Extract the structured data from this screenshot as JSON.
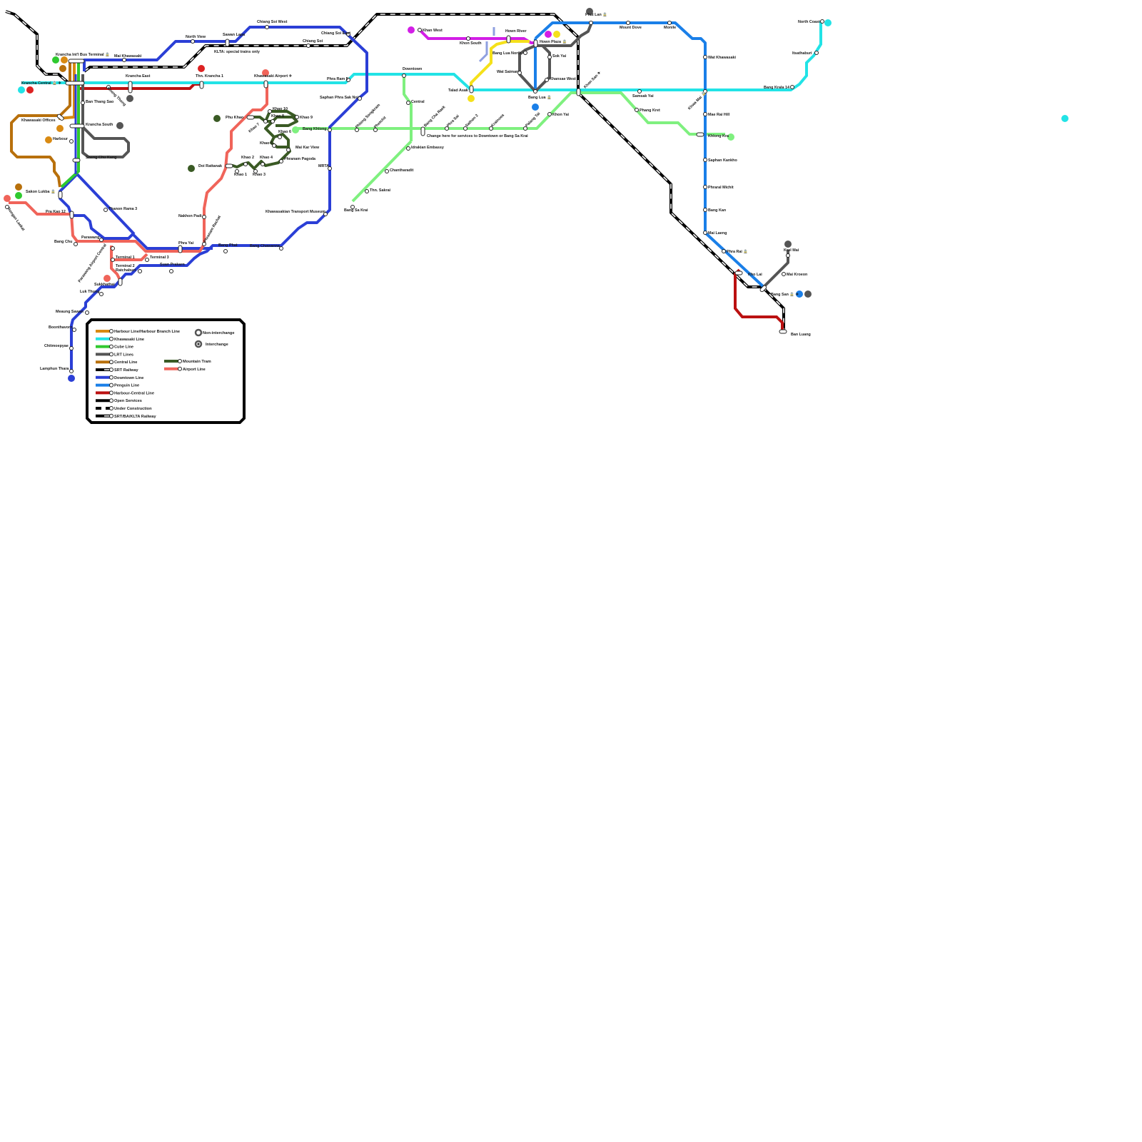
{
  "colors": {
    "harbour": "#d98a12",
    "khawasaki": "#22e3e6",
    "cube": "#2fc92f",
    "lrt": "#555555",
    "central": "#b8700c",
    "downtown": "#2b3fd6",
    "penguin": "#1a7fe8",
    "harbour_central": "#bb1111",
    "open": "#000000",
    "mountain": "#3a5a24",
    "airport": "#f0645a",
    "green_line": "#7ff07f",
    "magenta_line": "#d21ee6",
    "yellow_line": "#f5e11a",
    "lavender_line": "#8fa0e0"
  },
  "notes": {
    "klta": "KLTA: special trains only",
    "change": "Change here for services to Downtown or Bang Sa Krai"
  },
  "stations": {
    "krancha_intl": "Krancha Int'l Bus Terminal 🚊",
    "mai_khawasaki": "Mai Khawasaki",
    "north_view": "North View",
    "sawan_lapa": "Sawan Lapa",
    "chiang_soi_west": "Chiang Soi West",
    "chiang_soi_east": "Chiang Soi East",
    "chiang_soi": "Chiang Soi",
    "krancha_central": "Krancha Central 🚊 ✈",
    "krancha_east": "Krancha East",
    "thn_krancha_1": "Thn. Krancha 1",
    "khawasaki_airport": "Khawasaki Airport ✈",
    "phra_ram_5": "Phra Ram 5",
    "saphan_phra_sak_noi": "Saphan Phra Sak Noi",
    "khawasaki_offices": "Khawasaki Offices",
    "ban_thang_sao": "Ban Thang Sao",
    "krancha_south": "Krancha South",
    "harbour": "Harbour",
    "sheng_chu_kang": "Sheng Chu Kang",
    "sakon_lukba": "Sakon Lukba 🚊",
    "pra_kao_12": "Pra Kao 12",
    "thanon_rama_3": "Thanon Rama 3",
    "bang_chu": "Bang Chu",
    "parawang": "Parawang",
    "parawang_airport_central": "Parawang Airport Central",
    "terminal_1": "Terminal 1",
    "terminal_2": "Terminal 2",
    "terminal_3": "Terminal 3",
    "ratchaburi": "Ratchaburi",
    "sukkhathai": "Sukkhathai",
    "luk_thung": "Luk Thung",
    "meaung_sawan": "Meaung Sawan",
    "boonthavorn": "Boonthavorn",
    "chitmoepyae": "Chitmoepyae",
    "lamphun_thara": "Lamphun Thara",
    "phra_yai": "Phra Yai",
    "suan_prakarn": "Suan Prakarn",
    "bang_phat": "Bang Phat",
    "bang_chawanna": "Bang Chawanna",
    "nakhon_padi": "Nakhon Padi",
    "phranam_rachat": "Phranam Rachat",
    "phu_khao": "Phu Khao",
    "khao_7": "Khao 7",
    "khao_8": "Khao 8",
    "khao_9": "Khao 9",
    "khao_10": "Khao 10",
    "khao_6": "Khao 6",
    "khao_5": "Khao 5",
    "mai_kar_view": "Mai Kar View",
    "phranam_pagoda": "Phranam Pagoda",
    "doi_rattanak": "Doi Rattanak",
    "khao_1": "Khao 1",
    "khao_2": "Khao 2",
    "khao_3": "Khao 3",
    "khao_4": "Khao 4",
    "bang_khlong": "Bang Khlong",
    "mrta": "MRTA",
    "khawasakian_transport_museum": "Khawasakian Transport Museum",
    "phlong_songkram": "Phlong Songkram",
    "phetchit": "Phetchit",
    "downtown": "Downtown",
    "central": "Central",
    "idrakian_embassy": "Idrakian Embassy",
    "chantharadit": "Chantharadit",
    "thn_sakrai": "Thn. Sakrai",
    "bang_sa_krai": "Bang Sa Krai",
    "bang_cha_raek": "Bang Cha Raek",
    "phra_sai": "Phra Sai",
    "sathon_2": "Sathon 2",
    "krainuea": "Krainuea",
    "palang_tai": "Palang Tai",
    "khon_yai": "Khon Yai",
    "khan_west": "Khan West",
    "khon_south": "Khon South",
    "hown_river": "Hown River",
    "hown_plaza": "Hown Plaza 🚊",
    "bang_lua_north": "Bang Lua North",
    "wat_saiman": "Wat Saiman",
    "sok_yai": "Sok Yai",
    "khansae_west": "Khansae West",
    "talad_asak": "Talad Asak",
    "bang_lua": "Bang Lua 🚊",
    "khon_san": "Khon San ✈",
    "phat_lan": "Phat Lan 🚊",
    "mount_dove": "Mount Dove",
    "monile": "Monile",
    "samsak_yai": "Samsak Yai",
    "phang_kret": "Phang Kret",
    "khlong_kra": "Khlong Kra",
    "wat_khawasaki": "Wat Khawasaki",
    "khwa_mai": "Khwa Mai 🚊",
    "mae_rai_hill": "Mae Rai Hill",
    "saphan_kankho": "Saphan Kankho",
    "phraral_michit": "Phraral Michit",
    "bang_kan": "Bang Kan",
    "mai_laeng": "Mai Laeng",
    "phra_rai": "Phra Rai 🚊",
    "kho_lai": "Kho Lai",
    "bang_san": "Bang San 🚊 ✈",
    "mai_kroeon": "Mai Kroeon",
    "krol_mai": "Krol Mai",
    "ban_luang": "Ban Luang",
    "north_coast": "North Coast",
    "itsathaburi": "Itsathaburi",
    "bang_krala_14": "Bang Krala 14",
    "rongan_laekat": "Rongan Laekat",
    "kheng_thong": "Kheng Thong"
  },
  "legend": {
    "items": [
      {
        "label": "Harbour Line/Harbour Branch Line",
        "color": "#d98a12",
        "style": "solid"
      },
      {
        "label": "Khawasaki Line",
        "color": "#22e3e6",
        "style": "solid"
      },
      {
        "label": "Cube Line",
        "color": "#2fc92f",
        "style": "solid"
      },
      {
        "label": "LRT Lines",
        "color": "#555555",
        "style": "solid"
      },
      {
        "label": "Central Line",
        "color": "#b8700c",
        "style": "solid"
      },
      {
        "label": "SRT Railway",
        "color": "#000000",
        "style": "rail"
      },
      {
        "label": "Downtown Line",
        "color": "#2b3fd6",
        "style": "solid"
      },
      {
        "label": "Penguin Line",
        "color": "#1a7fe8",
        "style": "solid"
      },
      {
        "label": "Harbour-Central Line",
        "color": "#bb1111",
        "style": "solid"
      },
      {
        "label": "Open Services",
        "color": "#000000",
        "style": "solid"
      },
      {
        "label": "Under Construction",
        "color": "#000000",
        "style": "dashed"
      },
      {
        "label": "SRT/BA/KLTA Railway",
        "color": "#000000",
        "style": "rail"
      }
    ],
    "items2": [
      {
        "label": "Mountain Tram",
        "color": "#3a5a24",
        "style": "solid"
      },
      {
        "label": "Airport Line",
        "color": "#f0645a",
        "style": "solid"
      }
    ],
    "non_interchange": "Non-interchange",
    "interchange": "Interchange"
  }
}
